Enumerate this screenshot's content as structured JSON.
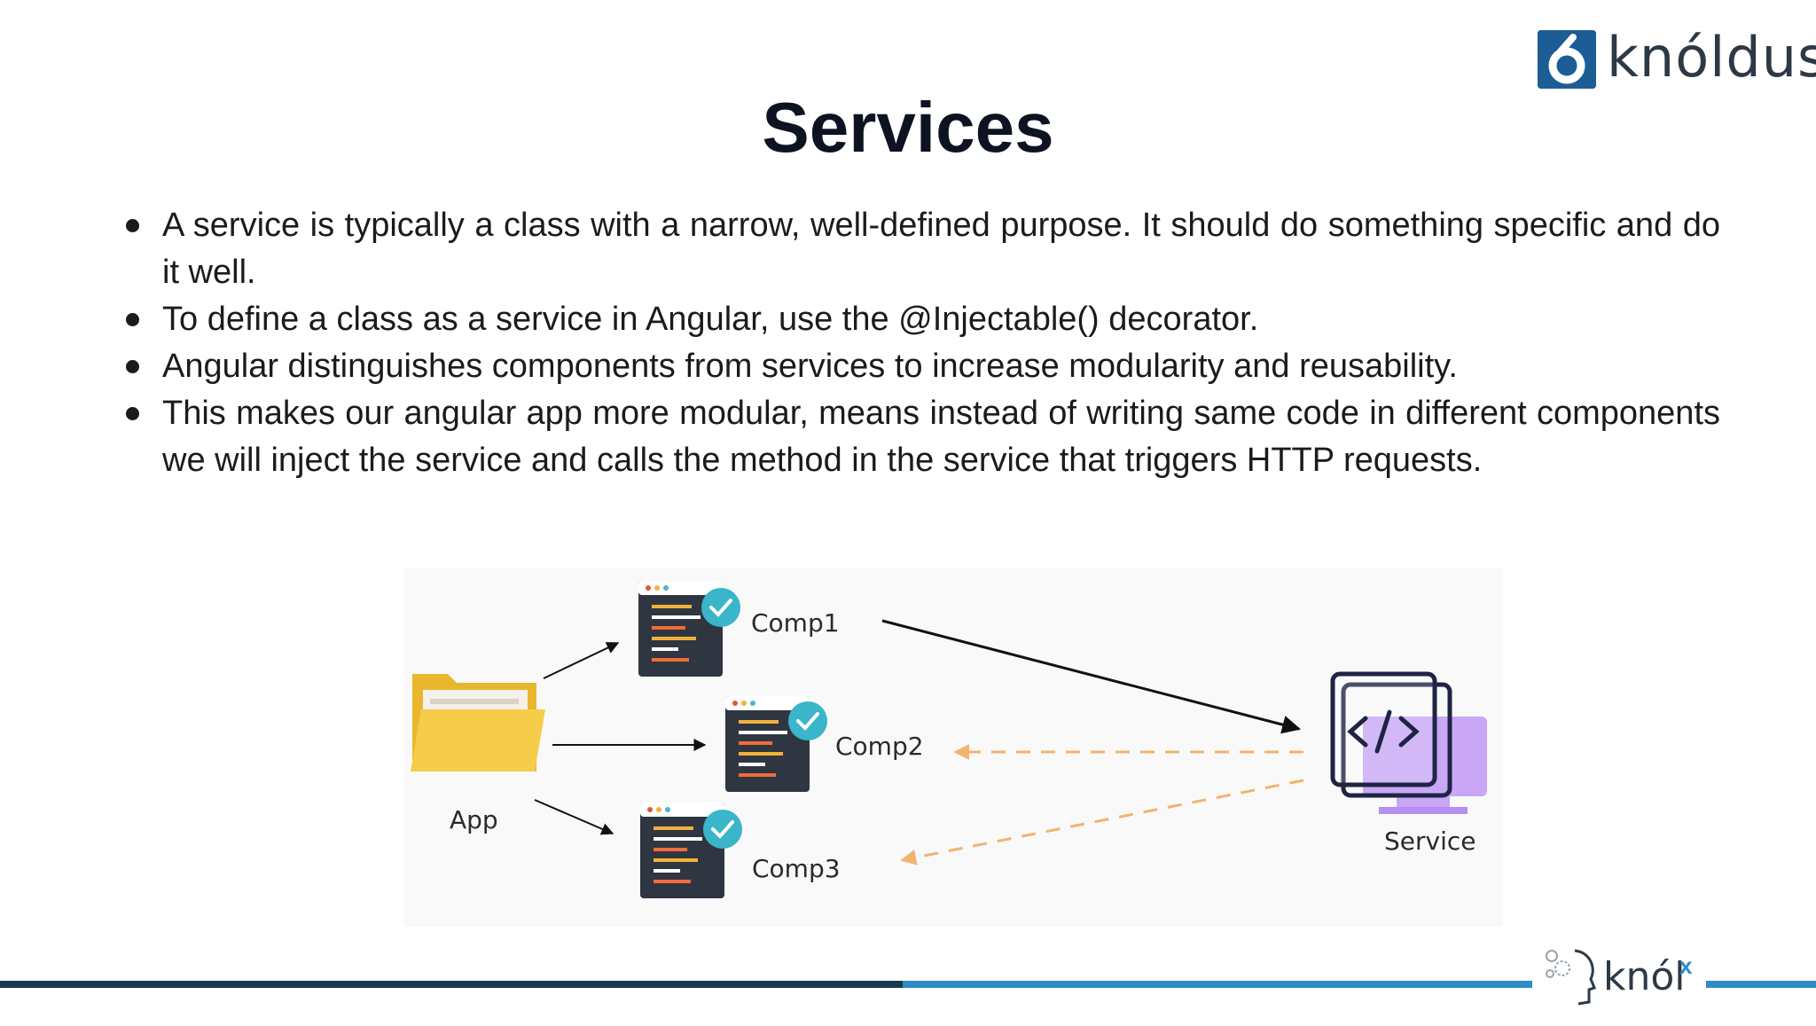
{
  "brand": {
    "logo_text": "knóldus",
    "footer_logo_text": "knól",
    "footer_logo_sup": "x",
    "colors": {
      "brand_blue": "#1d5d95",
      "bar_dark": "#17384f",
      "bar_light": "#2e8bc6"
    }
  },
  "slide": {
    "title": "Services",
    "bullets": [
      "A service is typically a class with a narrow, well-defined purpose. It should do something specific and do it well.",
      "To define a class as a service in Angular, use the @Injectable() decorator.",
      "Angular distinguishes components from services to increase modularity and reusability.",
      "This makes our angular app more modular, means instead of writing same code in different components we will inject the service and calls the method in the service that triggers HTTP requests."
    ]
  },
  "diagram": {
    "app_label": "App",
    "components": [
      "Comp1",
      "Comp2",
      "Comp3"
    ],
    "service_label": "Service",
    "icons": [
      "folder-icon",
      "code-window-icon",
      "check-badge-icon",
      "code-monitor-icon"
    ]
  }
}
